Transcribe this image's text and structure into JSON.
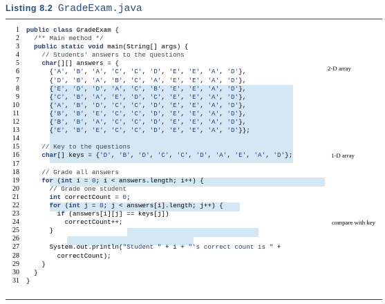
{
  "listing": {
    "label": "Listing 8.2",
    "filename": "GradeExam.java"
  },
  "code_lines": [
    "public class GradeExam {",
    "  /** Main method */",
    "  public static void main(String[] args) {",
    "    // Students' answers to the questions",
    "    char[][] answers = {",
    "      {'A', 'B', 'A', 'C', 'C', 'D', 'E', 'E', 'A', 'D'},",
    "      {'D', 'B', 'A', 'B', 'C', 'A', 'E', 'E', 'A', 'D'},",
    "      {'E', 'D', 'D', 'A', 'C', 'B', 'E', 'E', 'A', 'D'},",
    "      {'C', 'B', 'A', 'E', 'D', 'C', 'E', 'E', 'A', 'D'},",
    "      {'A', 'B', 'D', 'C', 'C', 'D', 'E', 'E', 'A', 'D'},",
    "      {'B', 'B', 'E', 'C', 'C', 'D', 'E', 'E', 'A', 'D'},",
    "      {'B', 'B', 'A', 'C', 'C', 'D', 'E', 'E', 'A', 'D'},",
    "      {'E', 'B', 'E', 'C', 'C', 'D', 'E', 'E', 'A', 'D'}};",
    "",
    "    // Key to the questions",
    "    char[] keys = {'D', 'B', 'D', 'C', 'C', 'D', 'A', 'E', 'A', 'D'};",
    "",
    "    // Grade all answers",
    "    for (int i = 0; i < answers.length; i++) {",
    "      // Grade one student",
    "      int correctCount = 0;",
    "      for (int j = 0; j < answers[i].length; j++) {",
    "        if (answers[i][j] == keys[j])",
    "          correctCount++;",
    "      }",
    "",
    "      System.out.println(\"Student \" + i + \"'s correct count is \" +",
    "        correctCount);",
    "    }",
    "  }",
    "}"
  ],
  "annotations": {
    "two_d_array": "2-D array",
    "one_d_array": "1-D array",
    "compare_with_key": "compare with key"
  },
  "colors": {
    "keyword": "#1f3c8f",
    "highlight": "#d4e7f5",
    "rule": "#1f4e8c"
  }
}
